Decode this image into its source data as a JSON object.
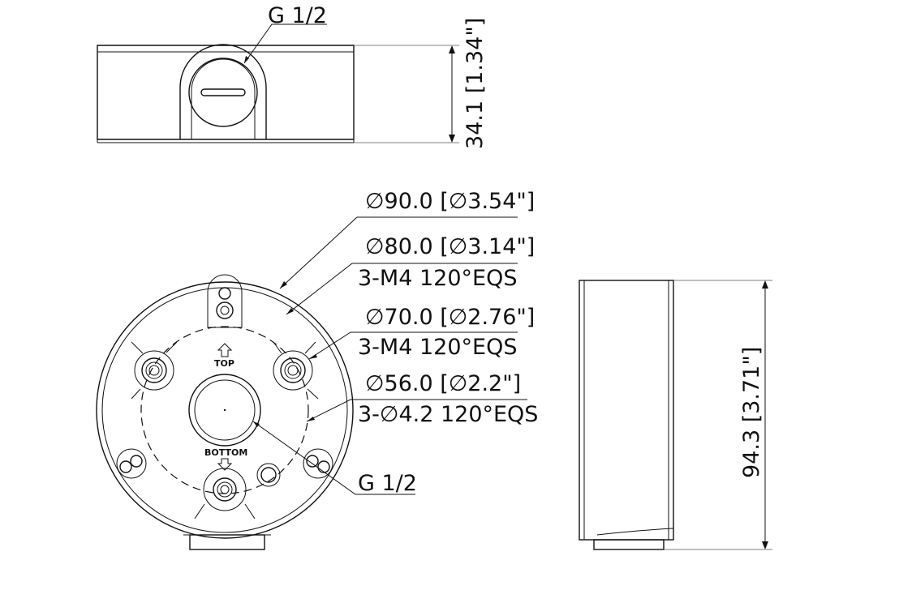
{
  "top_view": {
    "thread_label": "G 1/2",
    "height_dim": "34.1 [1.34\"]"
  },
  "bottom_view": {
    "dia_outer": "∅90.0 [∅3.54\"]",
    "dia_mount1": "∅80.0 [∅3.14\"]",
    "mount1_spec": "3-M4 120°EQS",
    "dia_mount2": "∅70.0 [∅2.76\"]",
    "mount2_spec": "3-M4 120°EQS",
    "dia_holes": "∅56.0 [∅2.2\"]",
    "holes_spec": "3-∅4.2 120°EQS",
    "thread_label": "G 1/2",
    "top_marker": "TOP",
    "bottom_marker": "BOTTOM"
  },
  "side_view": {
    "height_dim": "94.3 [3.71\"]"
  }
}
